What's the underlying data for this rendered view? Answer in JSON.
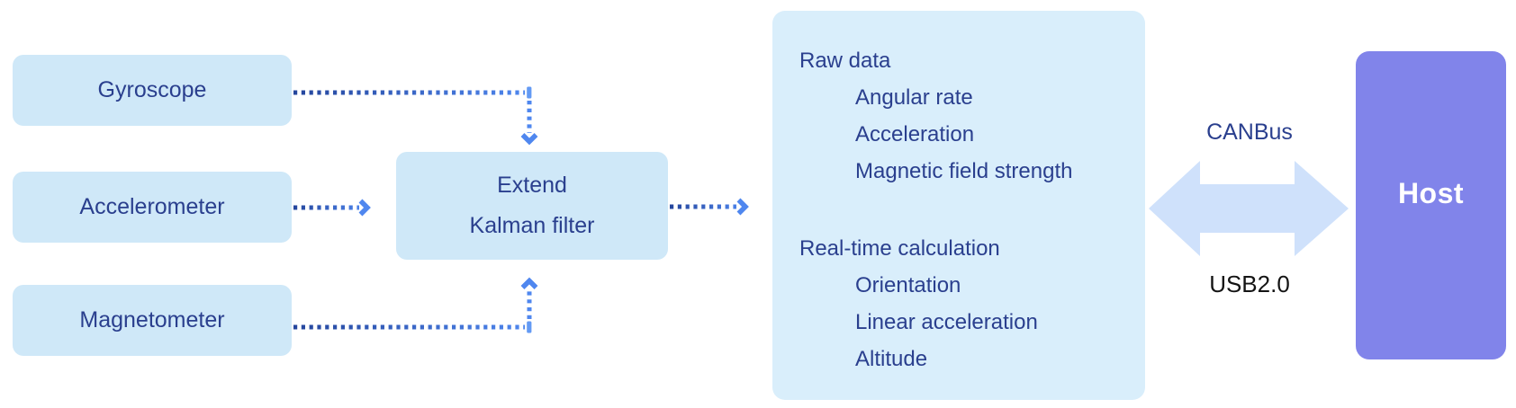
{
  "sensors": [
    {
      "label": "Gyroscope"
    },
    {
      "label": "Accelerometer"
    },
    {
      "label": "Magnetometer"
    }
  ],
  "filter": {
    "lines": [
      "Extend",
      "Kalman filter"
    ]
  },
  "panel": {
    "sections": [
      {
        "heading": "Raw data",
        "items": [
          "Angular rate",
          "Acceleration",
          "Magnetic field strength"
        ]
      },
      {
        "heading": "Real-time calculation",
        "items": [
          "Orientation",
          "Linear acceleration",
          "Altitude"
        ]
      }
    ]
  },
  "bus": {
    "top_label": "CANBus",
    "bottom_label": "USB2.0"
  },
  "host": {
    "label": "Host"
  },
  "edges": [
    {
      "from": "Gyroscope",
      "to": "Extend Kalman filter",
      "style": "dotted-arrow"
    },
    {
      "from": "Accelerometer",
      "to": "Extend Kalman filter",
      "style": "dotted-arrow"
    },
    {
      "from": "Magnetometer",
      "to": "Extend Kalman filter",
      "style": "dotted-arrow"
    },
    {
      "from": "Extend Kalman filter",
      "to": "Output panel",
      "style": "dotted-arrow"
    },
    {
      "from": "Output panel",
      "to": "Host",
      "style": "double-arrow",
      "labels": [
        "CANBus",
        "USB2.0"
      ]
    }
  ],
  "colors": {
    "box_fill": "#cfe8f8",
    "panel_fill": "#d9eefb",
    "host_fill": "#8184ea",
    "navy_text": "#2a3f8e",
    "black_text": "#141414",
    "white_text": "#ffffff",
    "dot_dark": "#24459c",
    "dot_light": "#4f87ef",
    "bus_arrow_fill": "#cfe1fb"
  }
}
